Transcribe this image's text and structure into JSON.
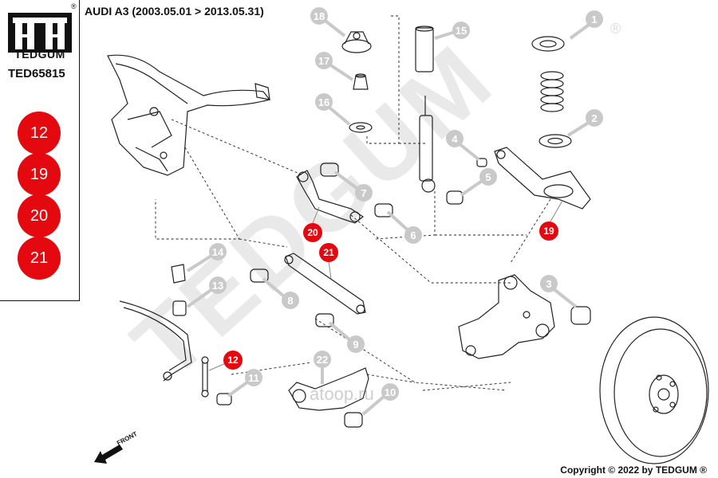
{
  "header": {
    "title": "AUDI A3 (2003.05.01 > 2013.05.31)",
    "copyright": "Copyright © 2022 by TEDGUM ®"
  },
  "sidebar": {
    "brand": "TEDGUM",
    "registered": "®",
    "part_code": "TED65815",
    "highlighted_parts": [
      "12",
      "19",
      "20",
      "21"
    ]
  },
  "watermark": {
    "text": "TEDGUM",
    "registered": "®",
    "site": "atoop.ru"
  },
  "front_label": "FRONT",
  "callouts": {
    "gray": [
      "1",
      "2",
      "3",
      "4",
      "5",
      "6",
      "7",
      "8",
      "9",
      "10",
      "11",
      "13",
      "14",
      "15",
      "16",
      "17",
      "18",
      "22"
    ],
    "red": [
      "12",
      "19",
      "20",
      "21"
    ]
  },
  "colors": {
    "highlight_red": "#e4080f",
    "callout_gray": "#c9c9c9",
    "line": "#222222"
  }
}
